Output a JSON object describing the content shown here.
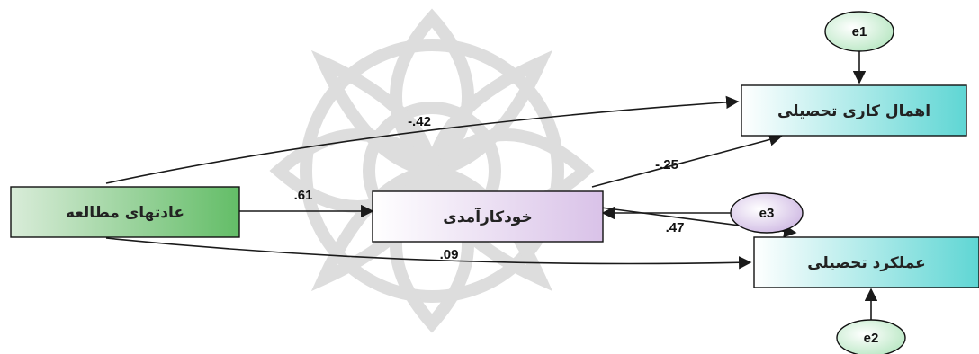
{
  "nodes": {
    "study_habits": {
      "label": "عادتهای مطالعه"
    },
    "self_efficacy": {
      "label": "خودکارآمدی"
    },
    "procrastination": {
      "label": "اهمال کاری تحصیلی"
    },
    "performance": {
      "label": "عملکرد تحصیلی"
    }
  },
  "errors": {
    "e1": "e1",
    "e2": "e2",
    "e3": "e3"
  },
  "paths": [
    {
      "from": "study_habits",
      "to": "procrastination",
      "coefficient": "-.42"
    },
    {
      "from": "study_habits",
      "to": "self_efficacy",
      "coefficient": ".61"
    },
    {
      "from": "study_habits",
      "to": "performance",
      "coefficient": ".09"
    },
    {
      "from": "self_efficacy",
      "to": "procrastination",
      "coefficient": "-.25"
    },
    {
      "from": "self_efficacy",
      "to": "performance",
      "coefficient": ".47"
    }
  ],
  "colors": {
    "study_habits_fill": "#7cc47f",
    "self_efficacy_fill": "#e3d3ee",
    "outcome_fill": "#8fe0df",
    "error_fill_e1_e2": "#d6f2dc",
    "error_fill_e3": "#e3d5ef",
    "watermark": "#cfcfcf"
  }
}
